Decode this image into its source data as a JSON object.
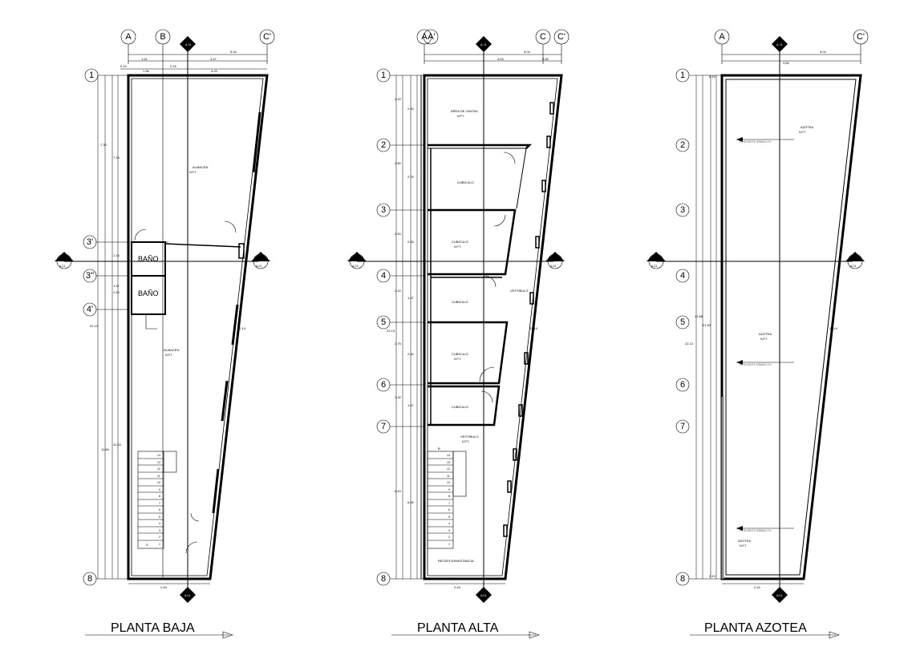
{
  "plans": [
    {
      "title": "PLANTA BAJA",
      "col_labels": [
        "A",
        "B",
        "C'"
      ],
      "row_labels": [
        "1",
        "3'",
        "3''",
        "4'",
        "8"
      ],
      "rooms": [
        "ALMACEN",
        "BAÑO",
        "BAÑO",
        "ALMACEN"
      ],
      "stair_steps": [
        "14",
        "13",
        "12",
        "11",
        "10",
        "9",
        "8",
        "7",
        "6",
        "5",
        "4",
        "3",
        "2",
        "1"
      ],
      "stair_letter": "S",
      "dims": [
        "5.04",
        "1.51",
        "3.47",
        "0.15",
        "1.36",
        "2.15",
        "4.29",
        "7.30",
        "7.15",
        "1.14",
        "1.47",
        "1.43",
        "22.13",
        "11.83",
        "11.68",
        "22.14",
        "2.43"
      ]
    },
    {
      "title": "PLANTA ALTA",
      "col_labels": [
        "A",
        "A'",
        "C",
        "C'"
      ],
      "row_labels": [
        "1",
        "2",
        "3",
        "4",
        "5",
        "6",
        "7",
        "8"
      ],
      "rooms": [
        "AREA DE JUNTAS",
        "CUBICULO",
        "CUBICULO",
        "CUBICULO",
        "VESTIBULO",
        "CUBICULO",
        "CUBICULO",
        "VESTIBULO",
        "RECEPCION/ESTANCIA"
      ],
      "stair_steps": [
        "14",
        "13",
        "12",
        "11",
        "10",
        "9",
        "8",
        "7",
        "6",
        "5",
        "4",
        "3",
        "2",
        "1"
      ],
      "stair_letter": "B",
      "dims": [
        "5.04",
        "4.03",
        "0.69",
        "3.22",
        "2.40",
        "2.50",
        "2.75",
        "2.54",
        "2.45",
        "2.22",
        "1.47",
        "2.75",
        "2.50",
        "1.32",
        "1.47",
        "6.43",
        "6.45",
        "22.13",
        "22.14",
        "2.43"
      ]
    },
    {
      "title": "PLANTA AZOTEA",
      "col_labels": [
        "A",
        "C'"
      ],
      "row_labels": [
        "1",
        "2",
        "3",
        "4",
        "5",
        "6",
        "7",
        "8"
      ],
      "rooms": [
        "AZOTEA",
        "AZOTEA",
        "AZOTEA"
      ],
      "slope_note": "PENDIENTE MÍNIMA 2%",
      "dims": [
        "5.04",
        "3.89",
        "0.15",
        "21.88",
        "21.83",
        "22.13",
        "22.14",
        "2.43"
      ]
    }
  ],
  "section_marker": {
    "letter": "A",
    "sheet": "A-01"
  },
  "level_tag": "N.P.T."
}
